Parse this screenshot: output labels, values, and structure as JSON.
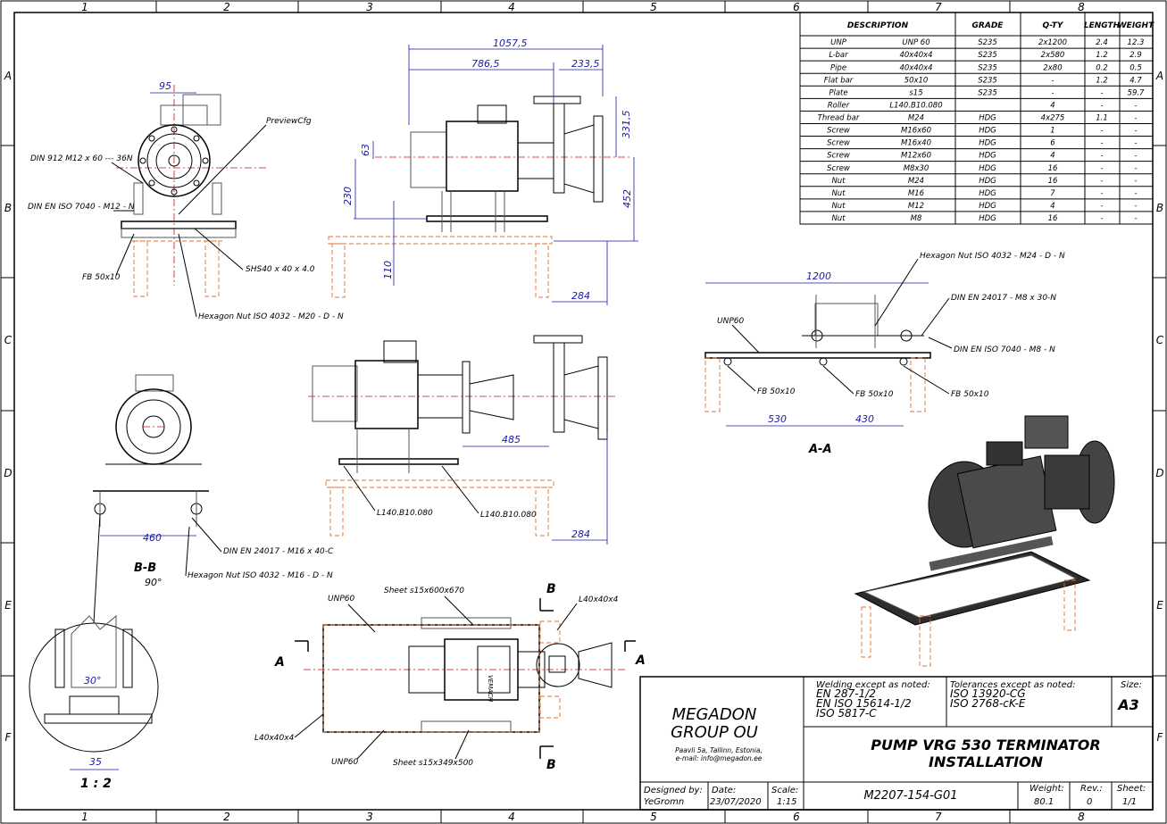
{
  "zones": {
    "columns": [
      "1",
      "2",
      "3",
      "4",
      "5",
      "6",
      "7",
      "8"
    ],
    "rows": [
      "A",
      "B",
      "C",
      "D",
      "E",
      "F"
    ]
  },
  "bom": {
    "headers": [
      "DESCRIPTION",
      "GRADE",
      "Q-TY",
      "LENGTH",
      "WEIGHT"
    ],
    "rows": [
      [
        "UNP",
        "UNP 60",
        "S235",
        "2x1200",
        "2.4",
        "12.3"
      ],
      [
        "L-bar",
        "40x40x4",
        "S235",
        "2x580",
        "1.2",
        "2.9"
      ],
      [
        "Pipe",
        "40x40x4",
        "S235",
        "2x80",
        "0.2",
        "0.5"
      ],
      [
        "Flat bar",
        "50x10",
        "S235",
        "-",
        "1.2",
        "4.7"
      ],
      [
        "Plate",
        "s15",
        "S235",
        "-",
        "-",
        "59.7"
      ],
      [
        "Roller",
        "L140.B10.080",
        "",
        "4",
        "-",
        "-"
      ],
      [
        "Thread bar",
        "M24",
        "HDG",
        "4x275",
        "1.1",
        "-"
      ],
      [
        "Screw",
        "M16x60",
        "HDG",
        "1",
        "-",
        "-"
      ],
      [
        "Screw",
        "M16x40",
        "HDG",
        "6",
        "-",
        "-"
      ],
      [
        "Screw",
        "M12x60",
        "HDG",
        "4",
        "-",
        "-"
      ],
      [
        "Screw",
        "M8x30",
        "HDG",
        "16",
        "-",
        "-"
      ],
      [
        "Nut",
        "M24",
        "HDG",
        "16",
        "-",
        "-"
      ],
      [
        "Nut",
        "M16",
        "HDG",
        "7",
        "-",
        "-"
      ],
      [
        "Nut",
        "M12",
        "HDG",
        "4",
        "-",
        "-"
      ],
      [
        "Nut",
        "M8",
        "HDG",
        "16",
        "-",
        "-"
      ]
    ]
  },
  "labels": {
    "din912": "DIN 912 M12 x 60 --- 36N",
    "din7040_m12": "DIN EN ISO 7040 - M12 - N",
    "preview": "PreviewCfg",
    "fb_left": "FB 50x10",
    "shs": "SHS40 x 40 x 4.0",
    "hexnut_m20": "Hexagon Nut ISO 4032 - M20 - D - N",
    "hexnut_m24": "Hexagon Nut ISO 4032 - M24 - D - N",
    "din24017_m8": "DIN EN 24017 - M8 x 30-N",
    "unp60_aa": "UNP60",
    "din7040_m8": "DIN EN ISO 7040 - M8 - N",
    "fb_aa_1": "FB 50x10",
    "fb_aa_2": "FB 50x10",
    "fb_aa_3": "FB 50x10",
    "section_aa": "A-A",
    "section_bb": "B-B",
    "rotation": "90°",
    "din24017_m16": "DIN EN 24017 - M16 x 40-C",
    "hexnut_m16": "Hexagon Nut ISO 4032 - M16 - D - N",
    "roller_1": "L140.B10.080",
    "roller_2": "L140.B10.080",
    "unp60_top": "UNP60",
    "sheet_top": "Sheet s15x600x670",
    "l40_top": "L40x40x4",
    "l40_bottom": "L40x40x4",
    "unp60_bottom": "UNP60",
    "sheet_bottom": "Sheet s15x349x500",
    "sec_a": "A",
    "sec_b": "B",
    "scale_detail": "1 : 2",
    "motor_brand": "VEMACH"
  },
  "dims": {
    "d95": "95",
    "d1057": "1057,5",
    "d786": "786,5",
    "d233": "233,5",
    "d331": "331,5",
    "d63": "63",
    "d230": "230",
    "d452": "452",
    "d110": "110",
    "d284a": "284",
    "d1200": "1200",
    "d530": "530",
    "d430": "430",
    "d485": "485",
    "d284b": "284",
    "d460": "460",
    "d30deg": "30°",
    "d35": "35"
  },
  "title_block": {
    "company_1": "MEGADON",
    "company_2": "GROUP OU",
    "address_1": "Paavli 5a, Tallinn, Estonia,",
    "address_2": "e-mail: info@megadon.ee",
    "welding_title": "Welding except as noted:",
    "welding_1": "EN 287-1/2",
    "welding_2": "EN ISO 15614-1/2",
    "welding_3": "ISO 5817-C",
    "tol_title": "Tolerances except as noted:",
    "tol_1": "ISO 13920-CG",
    "tol_2": "ISO 2768-cK-E",
    "size_label": "Size:",
    "size_value": "A3",
    "title_1": "PUMP VRG 530 TERMINATOR",
    "title_2": "INSTALLATION",
    "designed_label": "Designed by:",
    "designed_value": "YeGromn",
    "date_label": "Date:",
    "date_value": "23/07/2020",
    "scale_label": "Scale:",
    "scale_value": "1:15",
    "drawing_no": "M2207-154-G01",
    "weight_label": "Weight:",
    "weight_value": "80.1",
    "rev_label": "Rev.:",
    "rev_value": "0",
    "sheet_label": "Sheet:",
    "sheet_value": "1/1"
  }
}
